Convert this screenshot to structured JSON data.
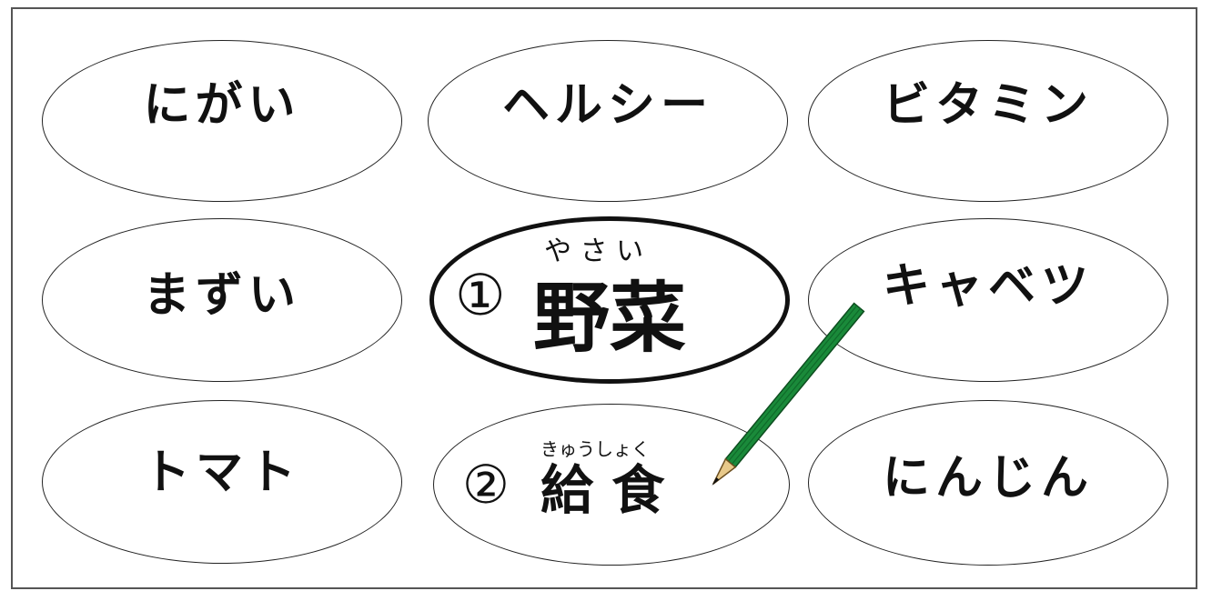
{
  "words": {
    "top_left": "にがい",
    "top_center": "ヘルシー",
    "top_right": "ビタミン",
    "mid_left": "まずい",
    "mid_right": "キャベツ",
    "bottom_left": "トマト",
    "bottom_right": "にんじん"
  },
  "center": {
    "number": "①",
    "ruby": "や さ い",
    "word": "野菜"
  },
  "school_lunch": {
    "number": "②",
    "ruby": "きゅうしょく",
    "word": "給 食"
  },
  "colors": {
    "pencil_body": "#1a8a3a",
    "pencil_tip": "#e8c98a",
    "outline": "#111111"
  }
}
